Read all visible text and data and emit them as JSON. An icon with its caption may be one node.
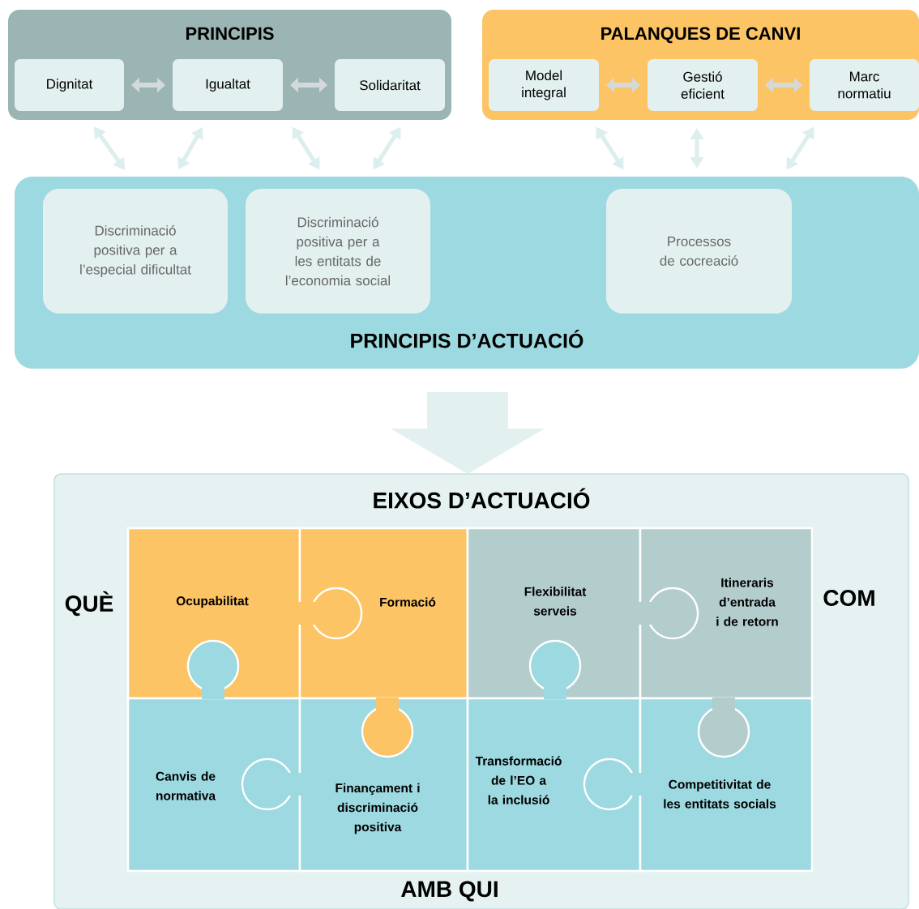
{
  "diagram": {
    "nodes": [
      {
        "text": [
          "PRINCIPIS"
        ]
      },
      {
        "text": [
          "Dignitat"
        ],
        "in": 0
      },
      {
        "text": [
          "Igualtat"
        ],
        "in": 0
      },
      {
        "text": [
          "Solidaritat"
        ],
        "in": 0
      },
      {
        "text": [
          "PALANQUES DE CANVI"
        ]
      },
      {
        "text": [
          "Model integral"
        ],
        "in": 4
      },
      {
        "text": [
          "Gestió eficient"
        ],
        "in": 4
      },
      {
        "text": [
          "Marc normatiu"
        ],
        "in": 4
      },
      {
        "text": [
          "PRINCIPIS D’ACTUACIÓ"
        ]
      },
      {
        "text": [
          "Discriminació positiva per a l’especial dificultat"
        ],
        "in": 8
      },
      {
        "text": [
          "Discriminació positiva per a les entitats de l’economia social"
        ],
        "in": 8
      },
      {
        "text": [
          "Processos de cocreació"
        ],
        "in": 8
      },
      {
        "text": [
          "EIXOS D’ACTUACIÓ"
        ]
      },
      {
        "text": [
          "Ocupabilitat"
        ],
        "in": 12
      },
      {
        "text": [
          "Formació"
        ],
        "in": 12
      },
      {
        "text": [
          "Flexibilitat serveis"
        ],
        "in": 12
      },
      {
        "text": [
          "Itineraris d’entrada i de retorn"
        ],
        "in": 12
      },
      {
        "text": [
          "Canvis de normativa"
        ],
        "in": 12
      },
      {
        "text": [
          "Finançament i discriminació positiva"
        ],
        "in": 12
      },
      {
        "text": [
          "Transformació de l’EO a la inclusió"
        ],
        "in": 12
      },
      {
        "text": [
          "Competitivitat de les entitats socials"
        ],
        "in": 12
      }
    ],
    "edges": [
      {
        "from": 1,
        "to": 2,
        "arrow": "both"
      },
      {
        "from": 2,
        "to": 3,
        "arrow": "both"
      },
      {
        "from": 5,
        "to": 6,
        "arrow": "both"
      },
      {
        "from": 6,
        "to": 7,
        "arrow": "both"
      },
      {
        "from": 0,
        "to": 8,
        "arrow": "both"
      },
      {
        "from": 0,
        "to": 8,
        "arrow": "both"
      },
      {
        "from": 0,
        "to": 8,
        "arrow": "both"
      },
      {
        "from": 0,
        "to": 8,
        "arrow": "both"
      },
      {
        "from": 4,
        "to": 8,
        "arrow": "both"
      },
      {
        "from": 4,
        "to": 8,
        "arrow": "both"
      },
      {
        "from": 4,
        "to": 8,
        "arrow": "both"
      },
      {
        "from": 8,
        "to": 12,
        "arrow": "to",
        "style": "thick"
      }
    ],
    "labels": [
      "QUÈ",
      "COM",
      "AMB QUI"
    ]
  }
}
